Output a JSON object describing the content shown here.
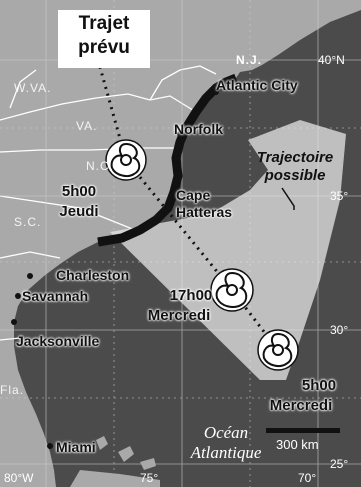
{
  "title": [
    "Trajet",
    "prévu"
  ],
  "possible_track_label": [
    "Trajectoire",
    "possible"
  ],
  "cities": [
    "Atlantic City",
    "Norfolk",
    "Cape",
    "Hatteras",
    "Charleston",
    "Savannah",
    "Jacksonville",
    "Miami"
  ],
  "states": [
    "W.VA.",
    "VA.",
    "N.C.",
    "S.C.",
    "Fla."
  ],
  "state_partial": "N.J.",
  "positions": [
    {
      "time": "5h00",
      "day": "Jeudi"
    },
    {
      "time": "17h00",
      "day": "Mercredi"
    },
    {
      "time": "5h00",
      "day": "Mercredi"
    }
  ],
  "ocean": [
    "Océan",
    "Atlantique"
  ],
  "scale": "300 km",
  "grid_labels": {
    "lat": [
      "40°N",
      "35°",
      "30°",
      "25°"
    ],
    "lon": [
      "80°W",
      "75°",
      "70°"
    ]
  },
  "colors": {
    "land": "#a9a9a9",
    "sea": "#4b4b4b",
    "coast": "#111111",
    "cone": "#e6e6e6",
    "grid": "#d0d0d0"
  },
  "icons": [
    "hurricane-icon"
  ]
}
